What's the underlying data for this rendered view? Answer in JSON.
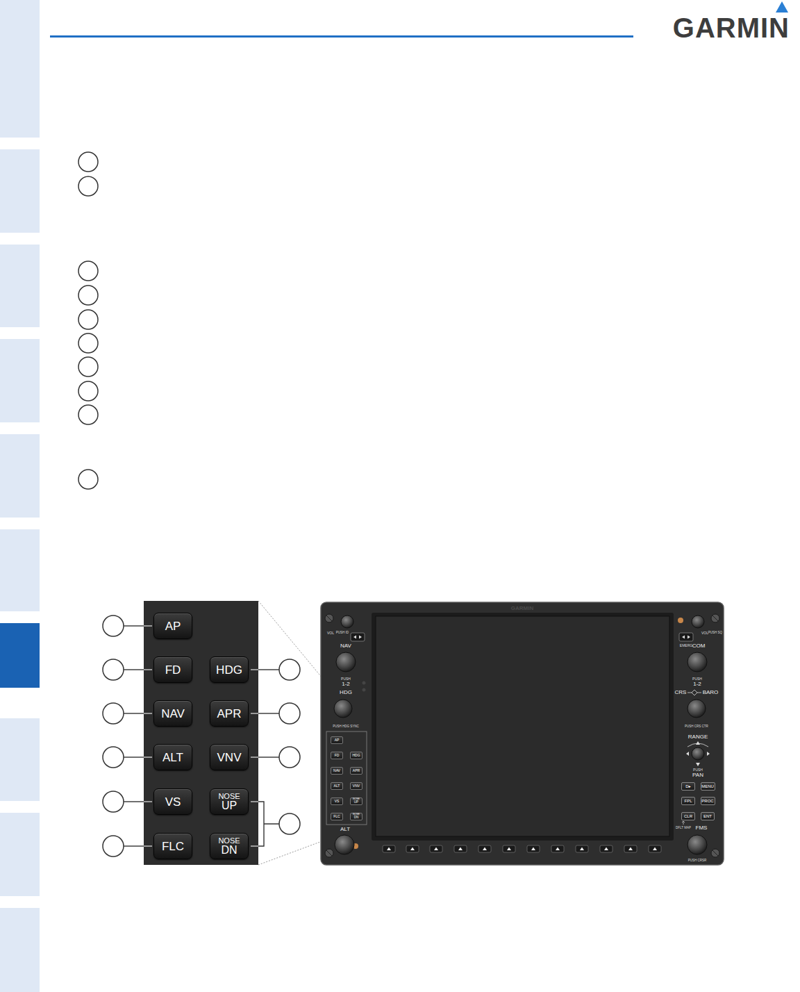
{
  "diagram": {
    "nodes": [
      {
        "text": [
          "AP"
        ]
      },
      {
        "text": [
          "FD"
        ]
      },
      {
        "text": [
          "HDG"
        ]
      },
      {
        "text": [
          "NAV"
        ]
      },
      {
        "text": [
          "APR"
        ]
      },
      {
        "text": [
          "ALT"
        ]
      },
      {
        "text": [
          "VNV"
        ]
      },
      {
        "text": [
          "VS"
        ]
      },
      {
        "text": [
          "NOSE",
          "UP"
        ]
      },
      {
        "text": [
          "FLC"
        ]
      },
      {
        "text": [
          "NOSE",
          "DN"
        ]
      },
      {
        "text": [
          "AP"
        ]
      },
      {
        "text": [
          "FD"
        ]
      },
      {
        "text": [
          "HDG"
        ]
      },
      {
        "text": [
          "NAV"
        ]
      },
      {
        "text": [
          "APR"
        ]
      },
      {
        "text": [
          "ALT"
        ]
      },
      {
        "text": [
          "VNV"
        ]
      },
      {
        "text": [
          "VS"
        ]
      },
      {
        "text": [
          "NOSE",
          "UP"
        ]
      },
      {
        "text": [
          "FLC"
        ]
      },
      {
        "text": [
          "NOSE",
          "DN"
        ]
      },
      {
        "text": [
          "D▸"
        ]
      },
      {
        "text": [
          "MENU"
        ]
      },
      {
        "text": [
          "FPL"
        ]
      },
      {
        "text": [
          "PROC"
        ]
      },
      {
        "text": [
          "CLR"
        ]
      },
      {
        "text": [
          "ENT"
        ]
      }
    ],
    "labels": [
      "GARMIN",
      "GARMIN",
      "VOL",
      "PUSH ID",
      "NAV",
      "PUSH",
      "1-2",
      "HDG",
      "PUSH HDG SYNC",
      "ALT",
      "VOL",
      "PUSH SQ",
      "EMERG",
      "COM",
      "PUSH",
      "1-2",
      "CRS",
      "BARO",
      "PUSH CRS CTR",
      "RANGE",
      "PUSH",
      "PAN",
      "DFLT MAP",
      "FMS",
      "PUSH CRSR"
    ]
  }
}
